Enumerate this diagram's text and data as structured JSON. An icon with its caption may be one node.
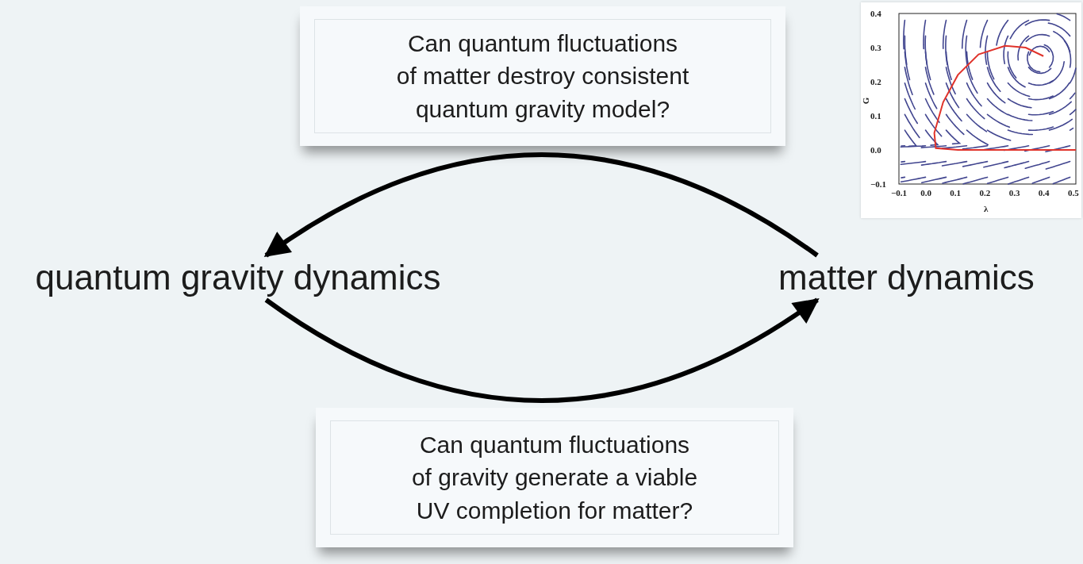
{
  "diagram": {
    "nodes": [
      {
        "text": [
          "quantum gravity dynamics"
        ]
      },
      {
        "text": [
          "matter dynamics"
        ]
      },
      {
        "text": [
          "Can quantum fluctuations of matter destroy consistent quantum gravity model?"
        ]
      },
      {
        "text": [
          "Can quantum fluctuations of gravity generate a viable UV completion for matter?"
        ]
      }
    ],
    "edges": [
      {
        "from": 1,
        "to": 0,
        "arrow": "to"
      },
      {
        "from": 0,
        "to": 1,
        "arrow": "to"
      }
    ],
    "labels": [
      "0.4",
      "0.3",
      "0.2",
      "0.1",
      "0.0",
      "−0.1",
      "G",
      "−0.1",
      "0.0",
      "0.1",
      "0.2",
      "0.3",
      "0.4",
      "0.5",
      "λ"
    ]
  }
}
